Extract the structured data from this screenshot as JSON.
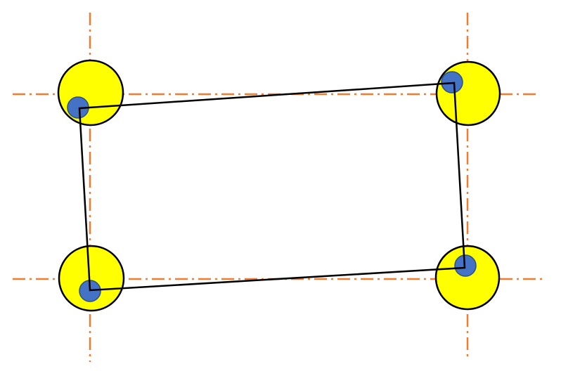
{
  "colors": {
    "background": "#ffffff",
    "guide_line": "#ed7d31",
    "zone_fill": "#ffff00",
    "zone_stroke": "#000000",
    "marker_fill": "#4472c4",
    "outline_stroke": "#000000"
  },
  "corners": [
    "top-left",
    "top-right",
    "bottom-left",
    "bottom-right"
  ]
}
